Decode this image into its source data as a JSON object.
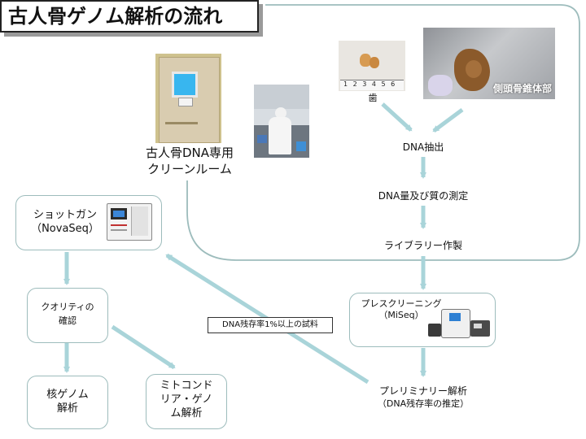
{
  "title": "古人骨ゲノム解析の流れ",
  "cleanroom": {
    "line1": "古人骨DNA専用",
    "line2": "クリーンルーム"
  },
  "samples": {
    "tooth_label": "歯",
    "ruler_digits": "1 2 3 4 5 6",
    "temporal_label": "側頭骨錐体部"
  },
  "steps": {
    "extraction": "DNA抽出",
    "quantity_quality": "DNA量及び質の測定",
    "library": "ライブラリー作製",
    "prescreen_line1": "プレスクリーニング",
    "prescreen_line2": "（MiSeq）",
    "preliminary_line1": "プレリミナリー解析",
    "preliminary_line2": "（DNA残存率の推定）",
    "shotgun_line1": "ショットガン",
    "shotgun_line2": "（NovaSeq）",
    "qc_line1": "クオリティの",
    "qc_line2": "確認",
    "nuclear_line1": "核ゲノム",
    "nuclear_line2": "解析",
    "mito_line1": "ミトコンド",
    "mito_line2": "リア・ゲノ",
    "mito_line3": "ム解析"
  },
  "criterion_label": "DNA残存率1%以上の試料",
  "colors": {
    "arrow": "#a9d4d9",
    "box_border": "#9dbcbc",
    "accent_red": "#cc2222"
  }
}
